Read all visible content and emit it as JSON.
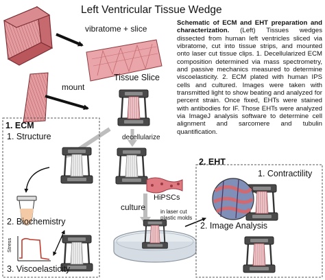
{
  "title": "Left Ventricular Tissue Wedge",
  "labels": {
    "vibratome": "vibratome + slice",
    "tissue_slice": "Tissue Slice",
    "mount": "mount",
    "decellularize": "decellularize",
    "culture": "culture",
    "hipscs": "HiPSCs",
    "molds": "in laser cut\nplastic molds",
    "stress": "Stress"
  },
  "ecm": {
    "header": "1. ECM",
    "structure": "1. Structure",
    "biochemistry": "2. Biochemistry",
    "viscoelasticity": "3. Viscoelasticity"
  },
  "eht": {
    "header": "2. EHT",
    "contractility": "1. Contractility",
    "image_analysis": "2. Image Analysis"
  },
  "caption": {
    "bold": "Schematic of ECM and EHT preparation and characterization.",
    "body": " (Left) Tissues wedges dissected from human left ventricles sliced via vibratome, cut into tissue strips, and mounted onto laser cut tissue clips. 1. Decellularized ECM composition determined via mass spectrometry, and passive mechanics measured to determine viscoelasticity. 2. ECM plated with human IPS cells and cultured. Images were taken with transmitted light to show beating and analyzed for percent strain. Once fixed, EHTs were stained with antibodies for IF. Those EHTs were analyzed via ImageJ analysis software to determine cell alignment and sarcomere and tubulin quantification."
  },
  "colors": {
    "tissue": "#e8a6a8",
    "tissue_dark": "#c86468",
    "tissue_line": "#8e3a3e",
    "clip": "#555555",
    "clip_dark": "#2c2c2c",
    "arrow_gray": "#bdbdbd",
    "stress_red": "#c0392b",
    "tube_fill": "#f4c9a6",
    "dish": "#d7dde3"
  }
}
